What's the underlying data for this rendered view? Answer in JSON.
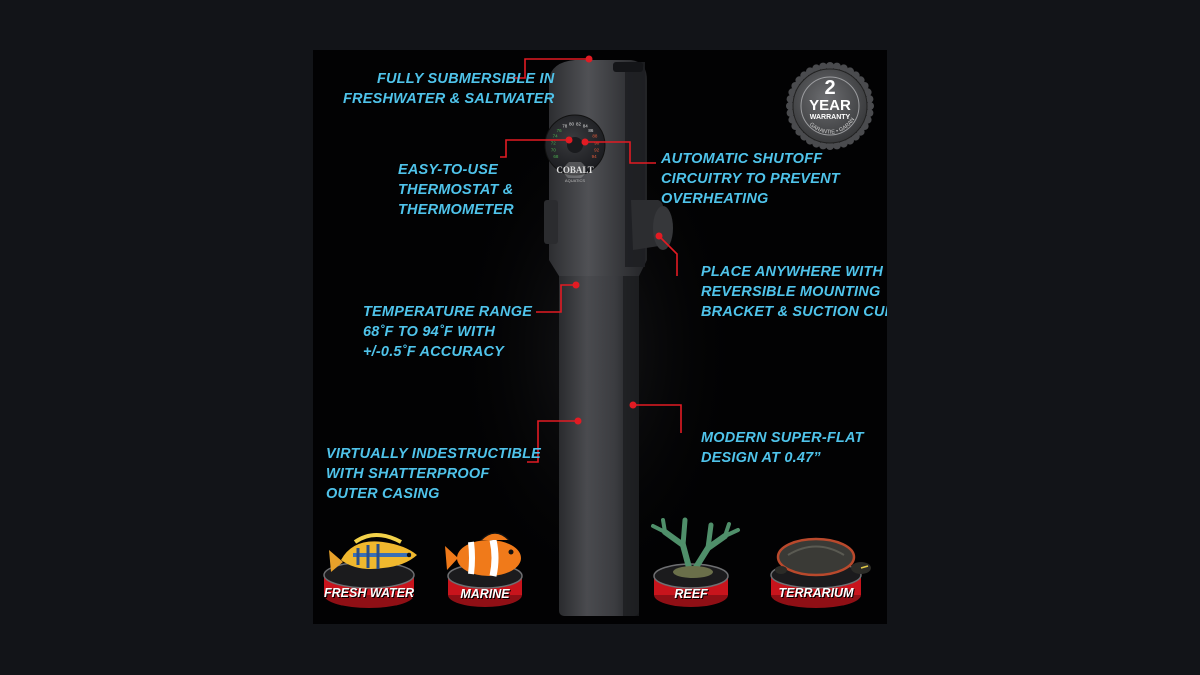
{
  "callouts": {
    "submersible": [
      "FULLY SUBMERSIBLE IN",
      "FRESHWATER & SALTWATER"
    ],
    "thermostat": [
      "EASY-TO-USE",
      "THERMOSTAT &",
      "THERMOMETER"
    ],
    "temperature": [
      "TEMPERATURE RANGE",
      "68˚F TO 94˚F WITH",
      "+/-0.5˚F ACCURACY"
    ],
    "indestructible": [
      "VIRTUALLY INDESTRUCTIBLE",
      "WITH SHATTERPROOF",
      "OUTER CASING"
    ],
    "shutoff": [
      "AUTOMATIC SHUTOFF",
      "CIRCUITRY TO PREVENT",
      "OVERHEATING"
    ],
    "mounting": [
      "PLACE ANYWHERE WITH",
      "REVERSIBLE MOUNTING",
      "BRACKET & SUCTION CUPS"
    ],
    "flat": [
      "MODERN SUPER-FLAT",
      "DESIGN AT 0.47”"
    ]
  },
  "warranty": {
    "number": "2",
    "word": "YEAR",
    "label": "WARRANTY",
    "ring_text": "GARANTIE • GARANTÍA"
  },
  "brand": {
    "logo": "COBALT",
    "sub": "AQUATICS"
  },
  "dial_numbers": [
    "68",
    "70",
    "72",
    "74",
    "76",
    "78",
    "80",
    "82",
    "84",
    "86",
    "88",
    "90",
    "92",
    "94"
  ],
  "badges": [
    "FRESH WATER",
    "MARINE",
    "REEF",
    "TERRARIUM"
  ],
  "colors": {
    "text": "#4fc3ea",
    "leader": "#e21b23",
    "badge": "#c8141c",
    "background": "#020203",
    "page": "#121418"
  }
}
